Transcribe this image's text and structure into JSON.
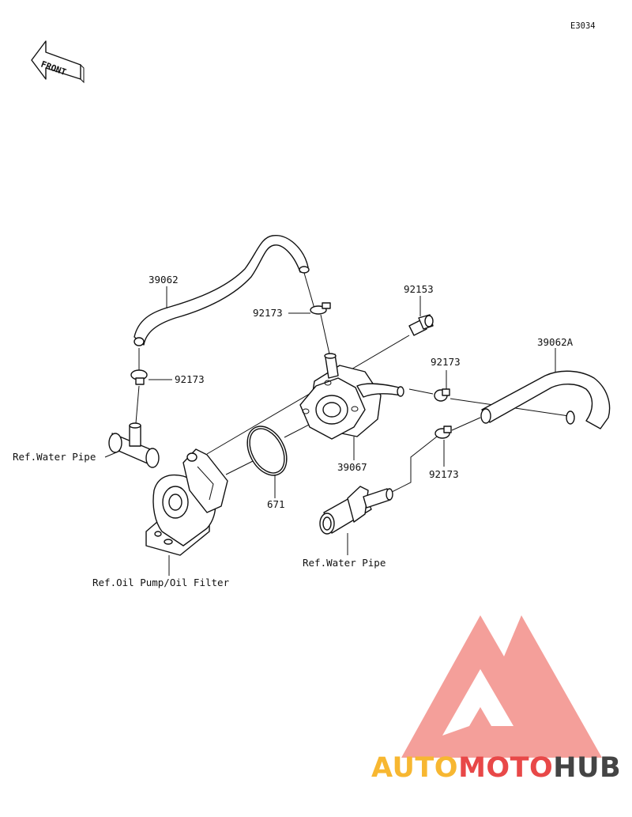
{
  "diagram": {
    "code": "E3034",
    "front_label": "FRONT",
    "labels": {
      "hose_left": "39062",
      "clamp_top": "92173",
      "bolt": "92153",
      "hose_right": "39062A",
      "clamp_left": "92173",
      "clamp_mid": "92173",
      "clamp_low": "92173",
      "water_pipe_left": "Ref.Water Pipe",
      "water_pipe_right": "Ref.Water Pipe",
      "cooler": "39067",
      "oring": "671",
      "oil_pump": "Ref.Oil Pump/Oil Filter"
    }
  },
  "watermark": {
    "part1": "AUTO",
    "part2": "MOTO",
    "part3": "HUB",
    "color_primary": "#f7b731",
    "color_secondary": "#e84848",
    "color_tertiary": "#444444",
    "logo_color": "#f39a95"
  }
}
